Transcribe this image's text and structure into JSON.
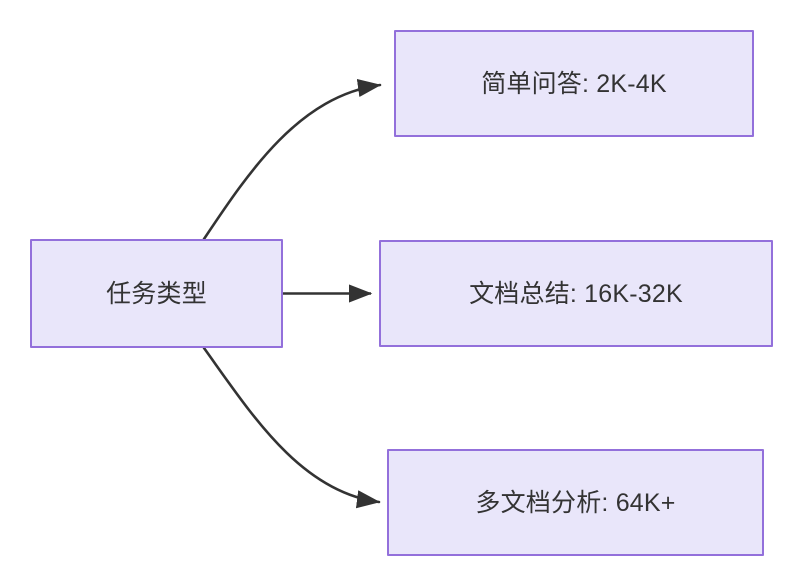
{
  "diagram": {
    "type": "flowchart",
    "direction": "left-to-right",
    "background_color": "#ffffff",
    "node_fill_color": "#e9e6fa",
    "node_border_color": "#9370db",
    "node_text_color": "#333333",
    "edge_color": "#333333",
    "nodes": [
      {
        "id": "source",
        "label": "任务类型",
        "role": "root"
      },
      {
        "id": "simple-qa",
        "label": "简单问答: 2K-4K",
        "role": "leaf"
      },
      {
        "id": "doc-summary",
        "label": "文档总结: 16K-32K",
        "role": "leaf"
      },
      {
        "id": "multi-doc",
        "label": "多文档分析: 64K+",
        "role": "leaf"
      }
    ],
    "edges": [
      {
        "id": "edge-source-simple-qa",
        "from": "source",
        "to": "simple-qa",
        "label": "",
        "style": "curved-arrow"
      },
      {
        "id": "edge-source-doc-summary",
        "from": "source",
        "to": "doc-summary",
        "label": "",
        "style": "straight-arrow"
      },
      {
        "id": "edge-source-multi-doc",
        "from": "source",
        "to": "multi-doc",
        "label": "",
        "style": "curved-arrow"
      }
    ]
  }
}
